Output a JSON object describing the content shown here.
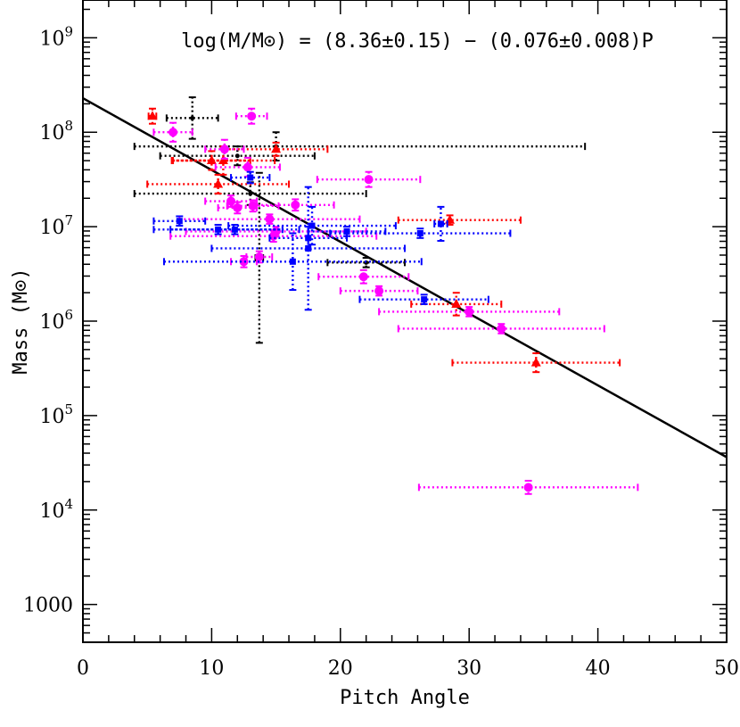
{
  "chart_data": {
    "type": "scatter",
    "title": "",
    "xlabel": "Pitch Angle",
    "ylabel": "Mass (M⊙)",
    "xlim": [
      0,
      50
    ],
    "ylim_log10": [
      2.6,
      9.4
    ],
    "y_scale": "log",
    "x_ticks": [
      0,
      10,
      20,
      30,
      40,
      50
    ],
    "y_ticks": [
      {
        "value": 1000,
        "label": "1000"
      },
      {
        "value": 10000,
        "base": "10",
        "exp": "4"
      },
      {
        "value": 100000,
        "base": "10",
        "exp": "5"
      },
      {
        "value": 1000000,
        "base": "10",
        "exp": "6"
      },
      {
        "value": 10000000,
        "base": "10",
        "exp": "7"
      },
      {
        "value": 100000000,
        "base": "10",
        "exp": "8"
      },
      {
        "value": 1000000000,
        "base": "10",
        "exp": "9"
      }
    ],
    "annotation": "log(M/M⊙) = (8.36±0.15) − (0.076±0.008)P",
    "fit": {
      "intercept": 8.36,
      "slope": -0.076
    },
    "colors": {
      "black": "#000000",
      "red": "#ff0000",
      "magenta": "#ff00ff",
      "blue": "#0000ff"
    },
    "series": [
      {
        "color": "black",
        "marker": "circle-small",
        "points": [
          {
            "x": 8.5,
            "logy": 8.15,
            "xerr": [
              2.0,
              2.0
            ],
            "yerr": [
              0.22,
              0.22
            ]
          },
          {
            "x": 15.0,
            "logy": 7.85,
            "xerr": [
              11.0,
              24.0
            ],
            "yerr": [
              0.15,
              0.15
            ]
          },
          {
            "x": 13.0,
            "logy": 7.35,
            "xerr": [
              9.0,
              9.0
            ],
            "yerr": [
              0.12,
              0.12
            ]
          },
          {
            "x": 13.7,
            "logy": 6.67,
            "xerr": [
              0.3,
              0.3
            ],
            "yerr": [
              0.9,
              0.9
            ]
          },
          {
            "x": 22.0,
            "logy": 6.62,
            "xerr": [
              3.0,
              3.0
            ],
            "yerr": [
              0.05,
              0.05
            ]
          },
          {
            "x": 12.0,
            "logy": 7.75,
            "xerr": [
              6.0,
              6.0
            ],
            "yerr": [
              0.1,
              0.1
            ]
          }
        ]
      },
      {
        "color": "red",
        "marker": "triangle",
        "points": [
          {
            "x": 5.4,
            "logy": 8.17,
            "xerr": [
              0.3,
              0.3
            ],
            "yerr": [
              0.08,
              0.08
            ]
          },
          {
            "x": 10.0,
            "logy": 7.7,
            "xerr": [
              3.0,
              3.0
            ],
            "yerr": [
              0.1,
              0.1
            ]
          },
          {
            "x": 10.9,
            "logy": 7.7,
            "xerr": [
              4.0,
              4.0
            ],
            "yerr": [
              0.15,
              0.15
            ]
          },
          {
            "x": 15.0,
            "logy": 7.82,
            "xerr": [
              4.0,
              4.0
            ],
            "yerr": [
              0.07,
              0.07
            ]
          },
          {
            "x": 10.5,
            "logy": 7.45,
            "xerr": [
              5.5,
              5.5
            ],
            "yerr": [
              0.1,
              0.1
            ]
          },
          {
            "x": 28.5,
            "logy": 7.07,
            "xerr": [
              4.0,
              5.5
            ],
            "yerr": [
              0.05,
              0.05
            ]
          },
          {
            "x": 29.0,
            "logy": 6.18,
            "xerr": [
              3.5,
              3.5
            ],
            "yerr": [
              0.12,
              0.12
            ]
          },
          {
            "x": 35.2,
            "logy": 5.56,
            "xerr": [
              6.5,
              6.5
            ],
            "yerr": [
              0.1,
              0.1
            ]
          }
        ]
      },
      {
        "color": "magenta",
        "marker": "circle",
        "points": [
          {
            "x": 13.1,
            "logy": 8.17,
            "xerr": [
              1.2,
              1.2
            ],
            "yerr": [
              0.08,
              0.08
            ]
          },
          {
            "x": 7.0,
            "logy": 8.0,
            "xerr": [
              1.5,
              1.5
            ],
            "yerr": [
              0.1,
              0.1
            ]
          },
          {
            "x": 11.0,
            "logy": 7.82,
            "xerr": [
              1.5,
              1.5
            ],
            "yerr": [
              0.1,
              0.1
            ]
          },
          {
            "x": 12.8,
            "logy": 7.63,
            "xerr": [
              2.5,
              2.5
            ],
            "yerr": [
              0.1,
              0.1
            ]
          },
          {
            "x": 22.2,
            "logy": 7.5,
            "xerr": [
              4.0,
              4.0
            ],
            "yerr": [
              0.08,
              0.08
            ]
          },
          {
            "x": 11.5,
            "logy": 7.27,
            "xerr": [
              2.0,
              2.0
            ],
            "yerr": [
              0.06,
              0.06
            ]
          },
          {
            "x": 16.5,
            "logy": 7.23,
            "xerr": [
              3.0,
              3.0
            ],
            "yerr": [
              0.06,
              0.06
            ]
          },
          {
            "x": 12.0,
            "logy": 7.2,
            "xerr": [
              1.5,
              1.5
            ],
            "yerr": [
              0.06,
              0.06
            ]
          },
          {
            "x": 13.2,
            "logy": 7.22,
            "xerr": [
              2.0,
              2.0
            ],
            "yerr": [
              0.06,
              0.06
            ]
          },
          {
            "x": 14.5,
            "logy": 7.08,
            "xerr": [
              7.0,
              7.0
            ],
            "yerr": [
              0.05,
              0.05
            ]
          },
          {
            "x": 15.0,
            "logy": 6.95,
            "xerr": [
              7.0,
              7.0
            ],
            "yerr": [
              0.05,
              0.05
            ]
          },
          {
            "x": 14.8,
            "logy": 6.9,
            "xerr": [
              8.0,
              8.0
            ],
            "yerr": [
              0.06,
              0.06
            ]
          },
          {
            "x": 12.5,
            "logy": 6.63,
            "xerr": [
              1.0,
              1.0
            ],
            "yerr": [
              0.06,
              0.06
            ]
          },
          {
            "x": 13.7,
            "logy": 6.68,
            "xerr": [
              1.0,
              1.0
            ],
            "yerr": [
              0.06,
              0.06
            ]
          },
          {
            "x": 21.8,
            "logy": 6.47,
            "xerr": [
              3.5,
              3.5
            ],
            "yerr": [
              0.07,
              0.07
            ]
          },
          {
            "x": 23.0,
            "logy": 6.32,
            "xerr": [
              3.0,
              3.0
            ],
            "yerr": [
              0.05,
              0.05
            ]
          },
          {
            "x": 30.0,
            "logy": 6.1,
            "xerr": [
              7.0,
              7.0
            ],
            "yerr": [
              0.05,
              0.05
            ]
          },
          {
            "x": 32.5,
            "logy": 5.92,
            "xerr": [
              8.0,
              8.0
            ],
            "yerr": [
              0.05,
              0.05
            ]
          },
          {
            "x": 34.6,
            "logy": 4.24,
            "xerr": [
              8.5,
              8.5
            ],
            "yerr": [
              0.07,
              0.07
            ]
          }
        ]
      },
      {
        "color": "blue",
        "marker": "square",
        "points": [
          {
            "x": 13.0,
            "logy": 7.52,
            "xerr": [
              1.5,
              1.5
            ],
            "yerr": [
              0.06,
              0.06
            ]
          },
          {
            "x": 7.5,
            "logy": 7.06,
            "xerr": [
              2.0,
              2.0
            ],
            "yerr": [
              0.05,
              0.05
            ]
          },
          {
            "x": 10.5,
            "logy": 6.97,
            "xerr": [
              5.0,
              5.0
            ],
            "yerr": [
              0.05,
              0.05
            ]
          },
          {
            "x": 11.8,
            "logy": 6.97,
            "xerr": [
              5.0,
              5.0
            ],
            "yerr": [
              0.05,
              0.05
            ]
          },
          {
            "x": 17.8,
            "logy": 7.01,
            "xerr": [
              6.5,
              6.5
            ],
            "yerr": [
              0.2,
              0.2
            ]
          },
          {
            "x": 17.5,
            "logy": 6.88,
            "xerr": [
              3.0,
              3.0
            ],
            "yerr": [
              0.12,
              0.12
            ]
          },
          {
            "x": 17.5,
            "logy": 6.77,
            "xerr": [
              7.5,
              7.5
            ],
            "yerr": [
              0.65,
              0.65
            ]
          },
          {
            "x": 16.3,
            "logy": 6.63,
            "xerr": [
              10.0,
              10.0
            ],
            "yerr": [
              0.3,
              0.3
            ]
          },
          {
            "x": 20.5,
            "logy": 6.95,
            "xerr": [
              3.0,
              3.0
            ],
            "yerr": [
              0.05,
              0.05
            ]
          },
          {
            "x": 26.2,
            "logy": 6.93,
            "xerr": [
              7.0,
              7.0
            ],
            "yerr": [
              0.05,
              0.05
            ]
          },
          {
            "x": 27.8,
            "logy": 7.03,
            "xerr": [
              0.5,
              0.5
            ],
            "yerr": [
              0.18,
              0.18
            ]
          },
          {
            "x": 26.5,
            "logy": 6.23,
            "xerr": [
              5.0,
              5.0
            ],
            "yerr": [
              0.05,
              0.05
            ]
          }
        ]
      }
    ]
  }
}
